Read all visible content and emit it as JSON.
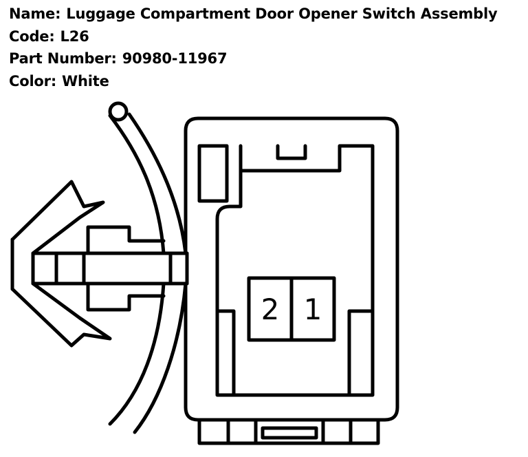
{
  "part_info": {
    "name_label": "Name:",
    "name_value": "Luggage Compartment Door Opener Switch Assembly",
    "code_label": "Code:",
    "code_value": "L26",
    "part_number_label": "Part Number:",
    "part_number_value": "90980-11967",
    "color_label": "Color:",
    "color_value": "White"
  },
  "connector": {
    "pins": [
      {
        "label": "2"
      },
      {
        "label": "1"
      }
    ]
  },
  "colors": {
    "line": "#000000",
    "background": "#ffffff"
  }
}
